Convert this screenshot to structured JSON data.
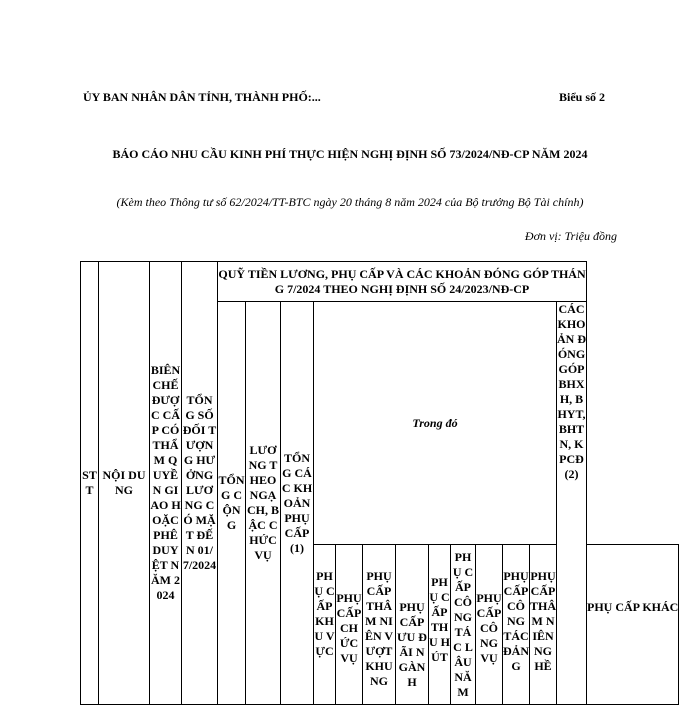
{
  "header": {
    "left": "ỦY BAN NHÂN DÂN TỈNH, THÀNH PHỐ:...",
    "right": "Biểu số 2"
  },
  "title": {
    "main": "BÁO CÁO NHU CẦU KINH PHÍ THỰC HIỆN NGHỊ ĐỊNH SỐ 73/2024/NĐ-CP NĂM 2024",
    "subtitle": "(Kèm theo Thông tư số 62/2024/TT-BTC ngày 20 tháng 8 năm 2024 của Bộ trưởng Bộ Tài chính)",
    "unit": "Đơn vị: Triệu đồng"
  },
  "table": {
    "col_stt": "STT",
    "col_noi_dung": "NỘI DUNG",
    "col_bien_che": "BIÊN CHẾ ĐƯỢC CẤP CÓ THẨM QUYỀN GIAO HOẶC PHÊ DUYỆT NĂM 2024",
    "col_tong_so_doi_tuong": "TỔNG SỐ ĐỐI TƯỢNG HƯỞNG LƯƠNG CÓ MẶT ĐẾN 01/7/2024",
    "group_quy_luong": "QUỸ TIỀN LƯƠNG, PHỤ CẤP VÀ CÁC KHOẢN ĐÓNG GÓP THÁNG 7/2024 THEO NGHỊ ĐỊNH SỐ 24/2023/NĐ-CP",
    "col_tong_cong": "TỔNG CỘNG",
    "col_luong_ngach": "LƯƠNG THEO NGẠCH, BẬC CHỨC VỤ",
    "col_tong_phu_cap": "TỔNG CÁC KHOẢN PHỤ CẤP (1)",
    "trong_do": "Trong đó",
    "col_dong_gop": "CÁC KHOẢN ĐÓNG GÓP BHXH, BHYT, BHTN, KPCĐ (2)",
    "sub_columns": [
      "PHỤ CẤP KHU VỰC",
      "PHỤ CẤP CHỨC VỤ",
      "PHỤ CẤP THÂM NIÊN VƯỢT KHUNG",
      "PHỤ CẤP ƯU ĐÃI NGÀNH",
      "PHỤ CẤP THU HÚT",
      "PHỤ CẤP CÔNG TÁC LÂU NĂM",
      "PHỤ CẤP CÔNG VỤ",
      "PHỤ CẤP CÔNG TÁC ĐẢNG",
      "PHỤ CẤP THÂM NIÊN NGHỀ",
      "PHỤ CẤP KHÁC"
    ]
  }
}
